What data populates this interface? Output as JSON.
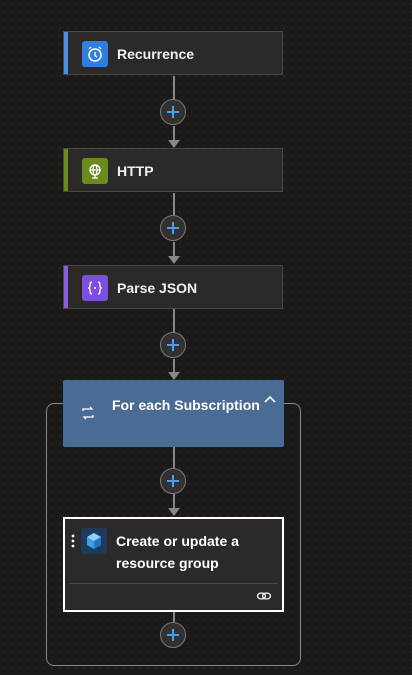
{
  "actions": {
    "recurrence": {
      "label": "Recurrence",
      "icon": "alarm-clock-icon",
      "accent": "#4a8fe0"
    },
    "http": {
      "label": "HTTP",
      "icon": "globe-icon",
      "accent": "#6a8a1f"
    },
    "parse_json": {
      "label": "Parse JSON",
      "icon": "json-braces-icon",
      "accent": "#8a5ce6"
    }
  },
  "for_each": {
    "label": "For each Subscription",
    "icon": "loop-icon",
    "collapse_icon": "chevron-up-icon",
    "color": "#4a6b93"
  },
  "inner_action": {
    "label": "Create or update a resource group",
    "icon": "resource-group-cube-icon",
    "menu_icon": "vertical-ellipsis-icon",
    "footer_icon": "link-icon"
  },
  "add_step": {
    "icon": "plus-icon"
  }
}
